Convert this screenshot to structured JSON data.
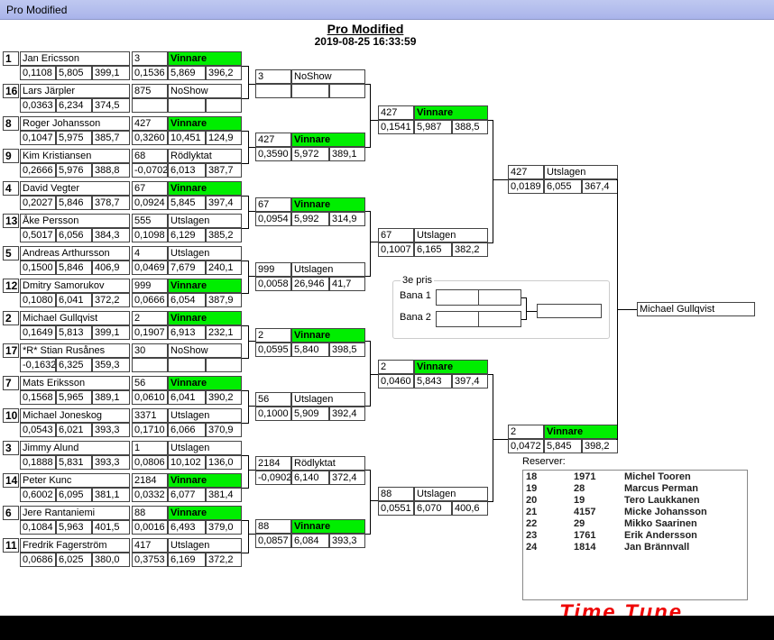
{
  "window": {
    "title": "Pro Modified"
  },
  "header": {
    "title": "Pro Modified",
    "datetime": "2019-08-25 16:33:59"
  },
  "round1": [
    {
      "seed": "1",
      "name": "Jan Ericsson",
      "rt": "0,1108",
      "et": "5,805",
      "mph": "399,1",
      "lane": "3",
      "result": "Vinnare",
      "win": true,
      "rt2": "0,1536",
      "et2": "5,869",
      "mph2": "396,2"
    },
    {
      "seed": "16",
      "name": "Lars Järpler",
      "rt": "0,0363",
      "et": "6,234",
      "mph": "374,5",
      "lane": "875",
      "result": "NoShow",
      "win": false,
      "rt2": "",
      "et2": "",
      "mph2": ""
    },
    {
      "seed": "8",
      "name": "Roger Johansson",
      "rt": "0,1047",
      "et": "5,975",
      "mph": "385,7",
      "lane": "427",
      "result": "Vinnare",
      "win": true,
      "rt2": "0,3260",
      "et2": "10,451",
      "mph2": "124,9"
    },
    {
      "seed": "9",
      "name": "Kim Kristiansen",
      "rt": "0,2666",
      "et": "5,976",
      "mph": "388,8",
      "lane": "68",
      "result": "Rödlyktat",
      "win": false,
      "rt2": "-0,0702",
      "et2": "6,013",
      "mph2": "387,7"
    },
    {
      "seed": "4",
      "name": "David Vegter",
      "rt": "0,2027",
      "et": "5,846",
      "mph": "378,7",
      "lane": "67",
      "result": "Vinnare",
      "win": true,
      "rt2": "0,0924",
      "et2": "5,845",
      "mph2": "397,4"
    },
    {
      "seed": "13",
      "name": "Åke Persson",
      "rt": "0,5017",
      "et": "6,056",
      "mph": "384,3",
      "lane": "555",
      "result": "Utslagen",
      "win": false,
      "rt2": "0,1098",
      "et2": "6,129",
      "mph2": "385,2"
    },
    {
      "seed": "5",
      "name": "Andreas Arthursson",
      "rt": "0,1500",
      "et": "5,846",
      "mph": "406,9",
      "lane": "4",
      "result": "Utslagen",
      "win": false,
      "rt2": "0,0469",
      "et2": "7,679",
      "mph2": "240,1"
    },
    {
      "seed": "12",
      "name": "Dmitry Samorukov",
      "rt": "0,1080",
      "et": "6,041",
      "mph": "372,2",
      "lane": "999",
      "result": "Vinnare",
      "win": true,
      "rt2": "0,0666",
      "et2": "6,054",
      "mph2": "387,9"
    },
    {
      "seed": "2",
      "name": "Michael Gullqvist",
      "rt": "0,1649",
      "et": "5,813",
      "mph": "399,1",
      "lane": "2",
      "result": "Vinnare",
      "win": true,
      "rt2": "0,1907",
      "et2": "6,913",
      "mph2": "232,1"
    },
    {
      "seed": "17",
      "name": "*R* Stian Rusånes",
      "rt": "-0,1632",
      "et": "6,325",
      "mph": "359,3",
      "lane": "30",
      "result": "NoShow",
      "win": false,
      "rt2": "",
      "et2": "",
      "mph2": ""
    },
    {
      "seed": "7",
      "name": "Mats Eriksson",
      "rt": "0,1568",
      "et": "5,965",
      "mph": "389,1",
      "lane": "56",
      "result": "Vinnare",
      "win": true,
      "rt2": "0,0610",
      "et2": "6,041",
      "mph2": "390,2"
    },
    {
      "seed": "10",
      "name": "Michael Joneskog",
      "rt": "0,0543",
      "et": "6,021",
      "mph": "393,3",
      "lane": "3371",
      "result": "Utslagen",
      "win": false,
      "rt2": "0,1710",
      "et2": "6,066",
      "mph2": "370,9"
    },
    {
      "seed": "3",
      "name": "Jimmy Alund",
      "rt": "0,1888",
      "et": "5,831",
      "mph": "393,3",
      "lane": "1",
      "result": "Utslagen",
      "win": false,
      "rt2": "0,0806",
      "et2": "10,102",
      "mph2": "136,0"
    },
    {
      "seed": "14",
      "name": "Peter Kunc",
      "rt": "0,6002",
      "et": "6,095",
      "mph": "381,1",
      "lane": "2184",
      "result": "Vinnare",
      "win": true,
      "rt2": "0,0332",
      "et2": "6,077",
      "mph2": "381,4"
    },
    {
      "seed": "6",
      "name": "Jere Rantaniemi",
      "rt": "0,1084",
      "et": "5,963",
      "mph": "401,5",
      "lane": "88",
      "result": "Vinnare",
      "win": true,
      "rt2": "0,0016",
      "et2": "6,493",
      "mph2": "379,0"
    },
    {
      "seed": "11",
      "name": "Fredrik Fagerström",
      "rt": "0,0686",
      "et": "6,025",
      "mph": "380,0",
      "lane": "417",
      "result": "Utslagen",
      "win": false,
      "rt2": "0,3753",
      "et2": "6,169",
      "mph2": "372,2"
    }
  ],
  "round2": [
    {
      "lane": "3",
      "result": "NoShow",
      "win": false,
      "rt": "",
      "et": "",
      "mph": ""
    },
    {
      "lane": "427",
      "result": "Vinnare",
      "win": true,
      "rt": "0,3590",
      "et": "5,972",
      "mph": "389,1"
    },
    {
      "lane": "67",
      "result": "Vinnare",
      "win": true,
      "rt": "0,0954",
      "et": "5,992",
      "mph": "314,9"
    },
    {
      "lane": "999",
      "result": "Utslagen",
      "win": false,
      "rt": "0,0058",
      "et": "26,946",
      "mph": "41,7"
    },
    {
      "lane": "2",
      "result": "Vinnare",
      "win": true,
      "rt": "0,0595",
      "et": "5,840",
      "mph": "398,5"
    },
    {
      "lane": "56",
      "result": "Utslagen",
      "win": false,
      "rt": "0,1000",
      "et": "5,909",
      "mph": "392,4"
    },
    {
      "lane": "2184",
      "result": "Rödlyktat",
      "win": false,
      "rt": "-0,0902",
      "et": "6,140",
      "mph": "372,4"
    },
    {
      "lane": "88",
      "result": "Vinnare",
      "win": true,
      "rt": "0,0857",
      "et": "6,084",
      "mph": "393,3"
    }
  ],
  "round3": [
    {
      "lane": "427",
      "result": "Vinnare",
      "win": true,
      "rt": "0,1541",
      "et": "5,987",
      "mph": "388,5"
    },
    {
      "lane": "67",
      "result": "Utslagen",
      "win": false,
      "rt": "0,1007",
      "et": "6,165",
      "mph": "382,2"
    },
    {
      "lane": "2",
      "result": "Vinnare",
      "win": true,
      "rt": "0,0460",
      "et": "5,843",
      "mph": "397,4"
    },
    {
      "lane": "88",
      "result": "Utslagen",
      "win": false,
      "rt": "0,0551",
      "et": "6,070",
      "mph": "400,6"
    }
  ],
  "round4": [
    {
      "lane": "427",
      "result": "Utslagen",
      "win": false,
      "rt": "0,0189",
      "et": "6,055",
      "mph": "367,4"
    },
    {
      "lane": "2",
      "result": "Vinnare",
      "win": true,
      "rt": "0,0472",
      "et": "5,845",
      "mph": "398,2"
    }
  ],
  "final": {
    "winner": "Michael Gullqvist"
  },
  "third": {
    "title": "3e pris",
    "lane1_label": "Bana 1",
    "lane2_label": "Bana 2"
  },
  "reserves": {
    "title": "Reserver:",
    "rows": [
      {
        "pos": "18",
        "num": "1971",
        "name": "Michel Tooren"
      },
      {
        "pos": "19",
        "num": "28",
        "name": "Marcus Perman"
      },
      {
        "pos": "20",
        "num": "19",
        "name": "Tero Laukkanen"
      },
      {
        "pos": "21",
        "num": "4157",
        "name": "Micke Johansson"
      },
      {
        "pos": "22",
        "num": "29",
        "name": "Mikko Saarinen"
      },
      {
        "pos": "23",
        "num": "1761",
        "name": "Erik Andersson"
      },
      {
        "pos": "24",
        "num": "1814",
        "name": "Jan Brännvall"
      }
    ]
  },
  "logo": {
    "text": "Time Tune"
  },
  "colors": {
    "winner": "#00ee00",
    "titlebar": "#b4bdee"
  }
}
